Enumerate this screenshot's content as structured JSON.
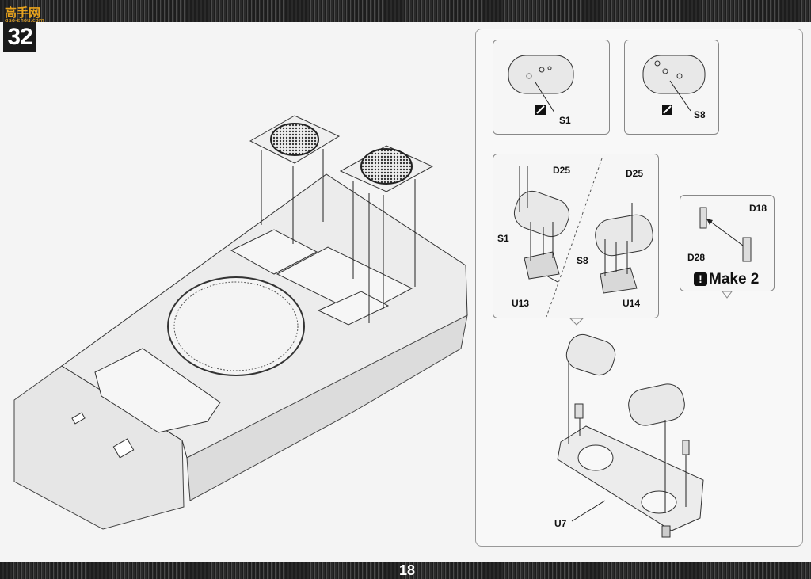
{
  "header": {
    "logo_text": "高手网",
    "logo_site": "gao-shou.com"
  },
  "step": {
    "number": "32"
  },
  "footer": {
    "page_number": "18"
  },
  "parts": {
    "s1_top": "S1",
    "s8_top": "S8",
    "d25_left": "D25",
    "d25_right": "D25",
    "s1_mid": "S1",
    "s8_mid": "S8",
    "u13": "U13",
    "u14": "U14",
    "d18": "D18",
    "d28": "D28",
    "u7": "U7"
  },
  "notes": {
    "make_label": "Make 2",
    "make_icon": "!"
  }
}
